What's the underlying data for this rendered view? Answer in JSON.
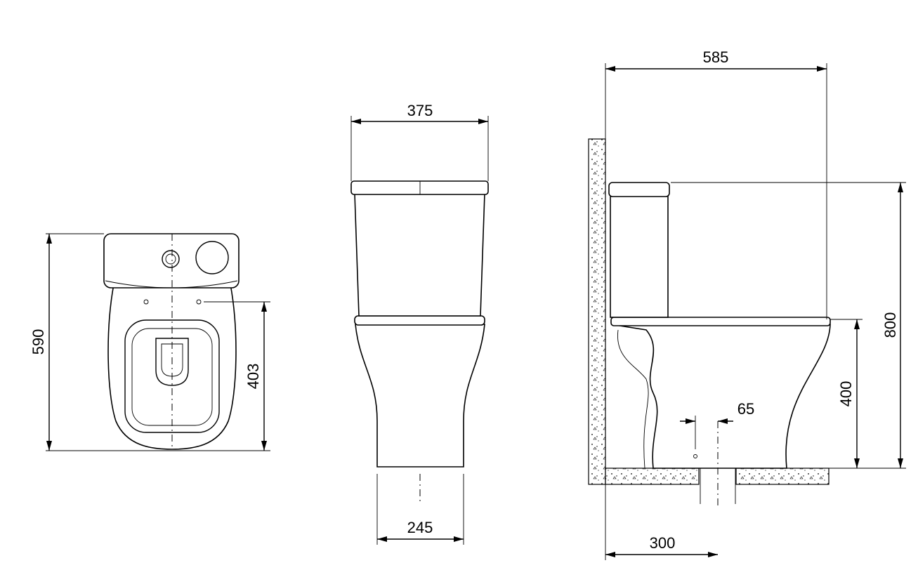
{
  "title": "Close-coupled toilet dimension drawing",
  "top_view": {
    "depth": "590",
    "fixing_height": "403"
  },
  "front_view": {
    "width": "375",
    "base_width": "245"
  },
  "side_view": {
    "length": "585",
    "height": "800",
    "seat_height": "400",
    "outlet_offset": "65",
    "outlet_distance": "300"
  }
}
